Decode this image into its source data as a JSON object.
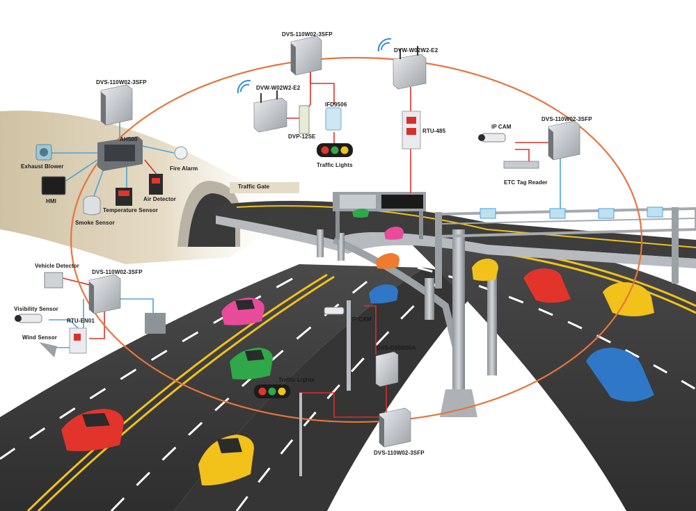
{
  "colors": {
    "ring": "#e8743b",
    "data_link": "#4aa3d8",
    "power_link": "#d9302b",
    "road": "#3b3b3b",
    "lane_yellow": "#f2c21b",
    "lane_white": "#ffffff",
    "tunnel_shade": "#d8cdb4",
    "device_gray": "#8a8e92"
  },
  "icons": [
    "switch-icon",
    "wifi-icon",
    "camera-icon",
    "traffic-light-icon",
    "fan-icon",
    "monitor-icon",
    "detector-icon",
    "sign-board-icon",
    "car-icon"
  ],
  "labels": {
    "dvs_top": "DVS-110W02-3SFP",
    "dvw_top": "DVW-W02W2-E2",
    "dvw_left": "DVW-W02W2-E2",
    "ifd": "IFD9506",
    "dvp": "DVP-12SE",
    "rtu485": "RTU-485",
    "traffic_lights_top": "Traffic Lights",
    "dvs_left_top": "DVS-110W02-3SFP",
    "ah500": "AH500",
    "exhaust_blower": "Exhaust Blower",
    "fire_alarm": "Fire Alarm",
    "hmi": "HMI",
    "air_detector": "Air Detector",
    "temperature_sensor": "Temperature Sensor",
    "smoke_sensor": "Smoke Sensor",
    "traffic_gate": "Traffic Gate",
    "ip_cam_right": "IP CAM",
    "dvs_right": "DVS-110W02-3SFP",
    "etc_tag_reader": "ETC Tag Reader",
    "vehicle_detector": "Vehicle Detector",
    "dvs_left_bottom": "DVS-110W02-3SFP",
    "visibility_sensor": "Visibility Sensor",
    "rtu_en01": "RTU-EN01",
    "wind_sensor": "Wind Sensor",
    "ip_cam_center": "IP CAM",
    "dvs_g008": "DVS-G008I00A",
    "traffic_lights_bottom": "Traffic Lights",
    "dvs_bottom": "DVS-110W02-3SFP"
  }
}
